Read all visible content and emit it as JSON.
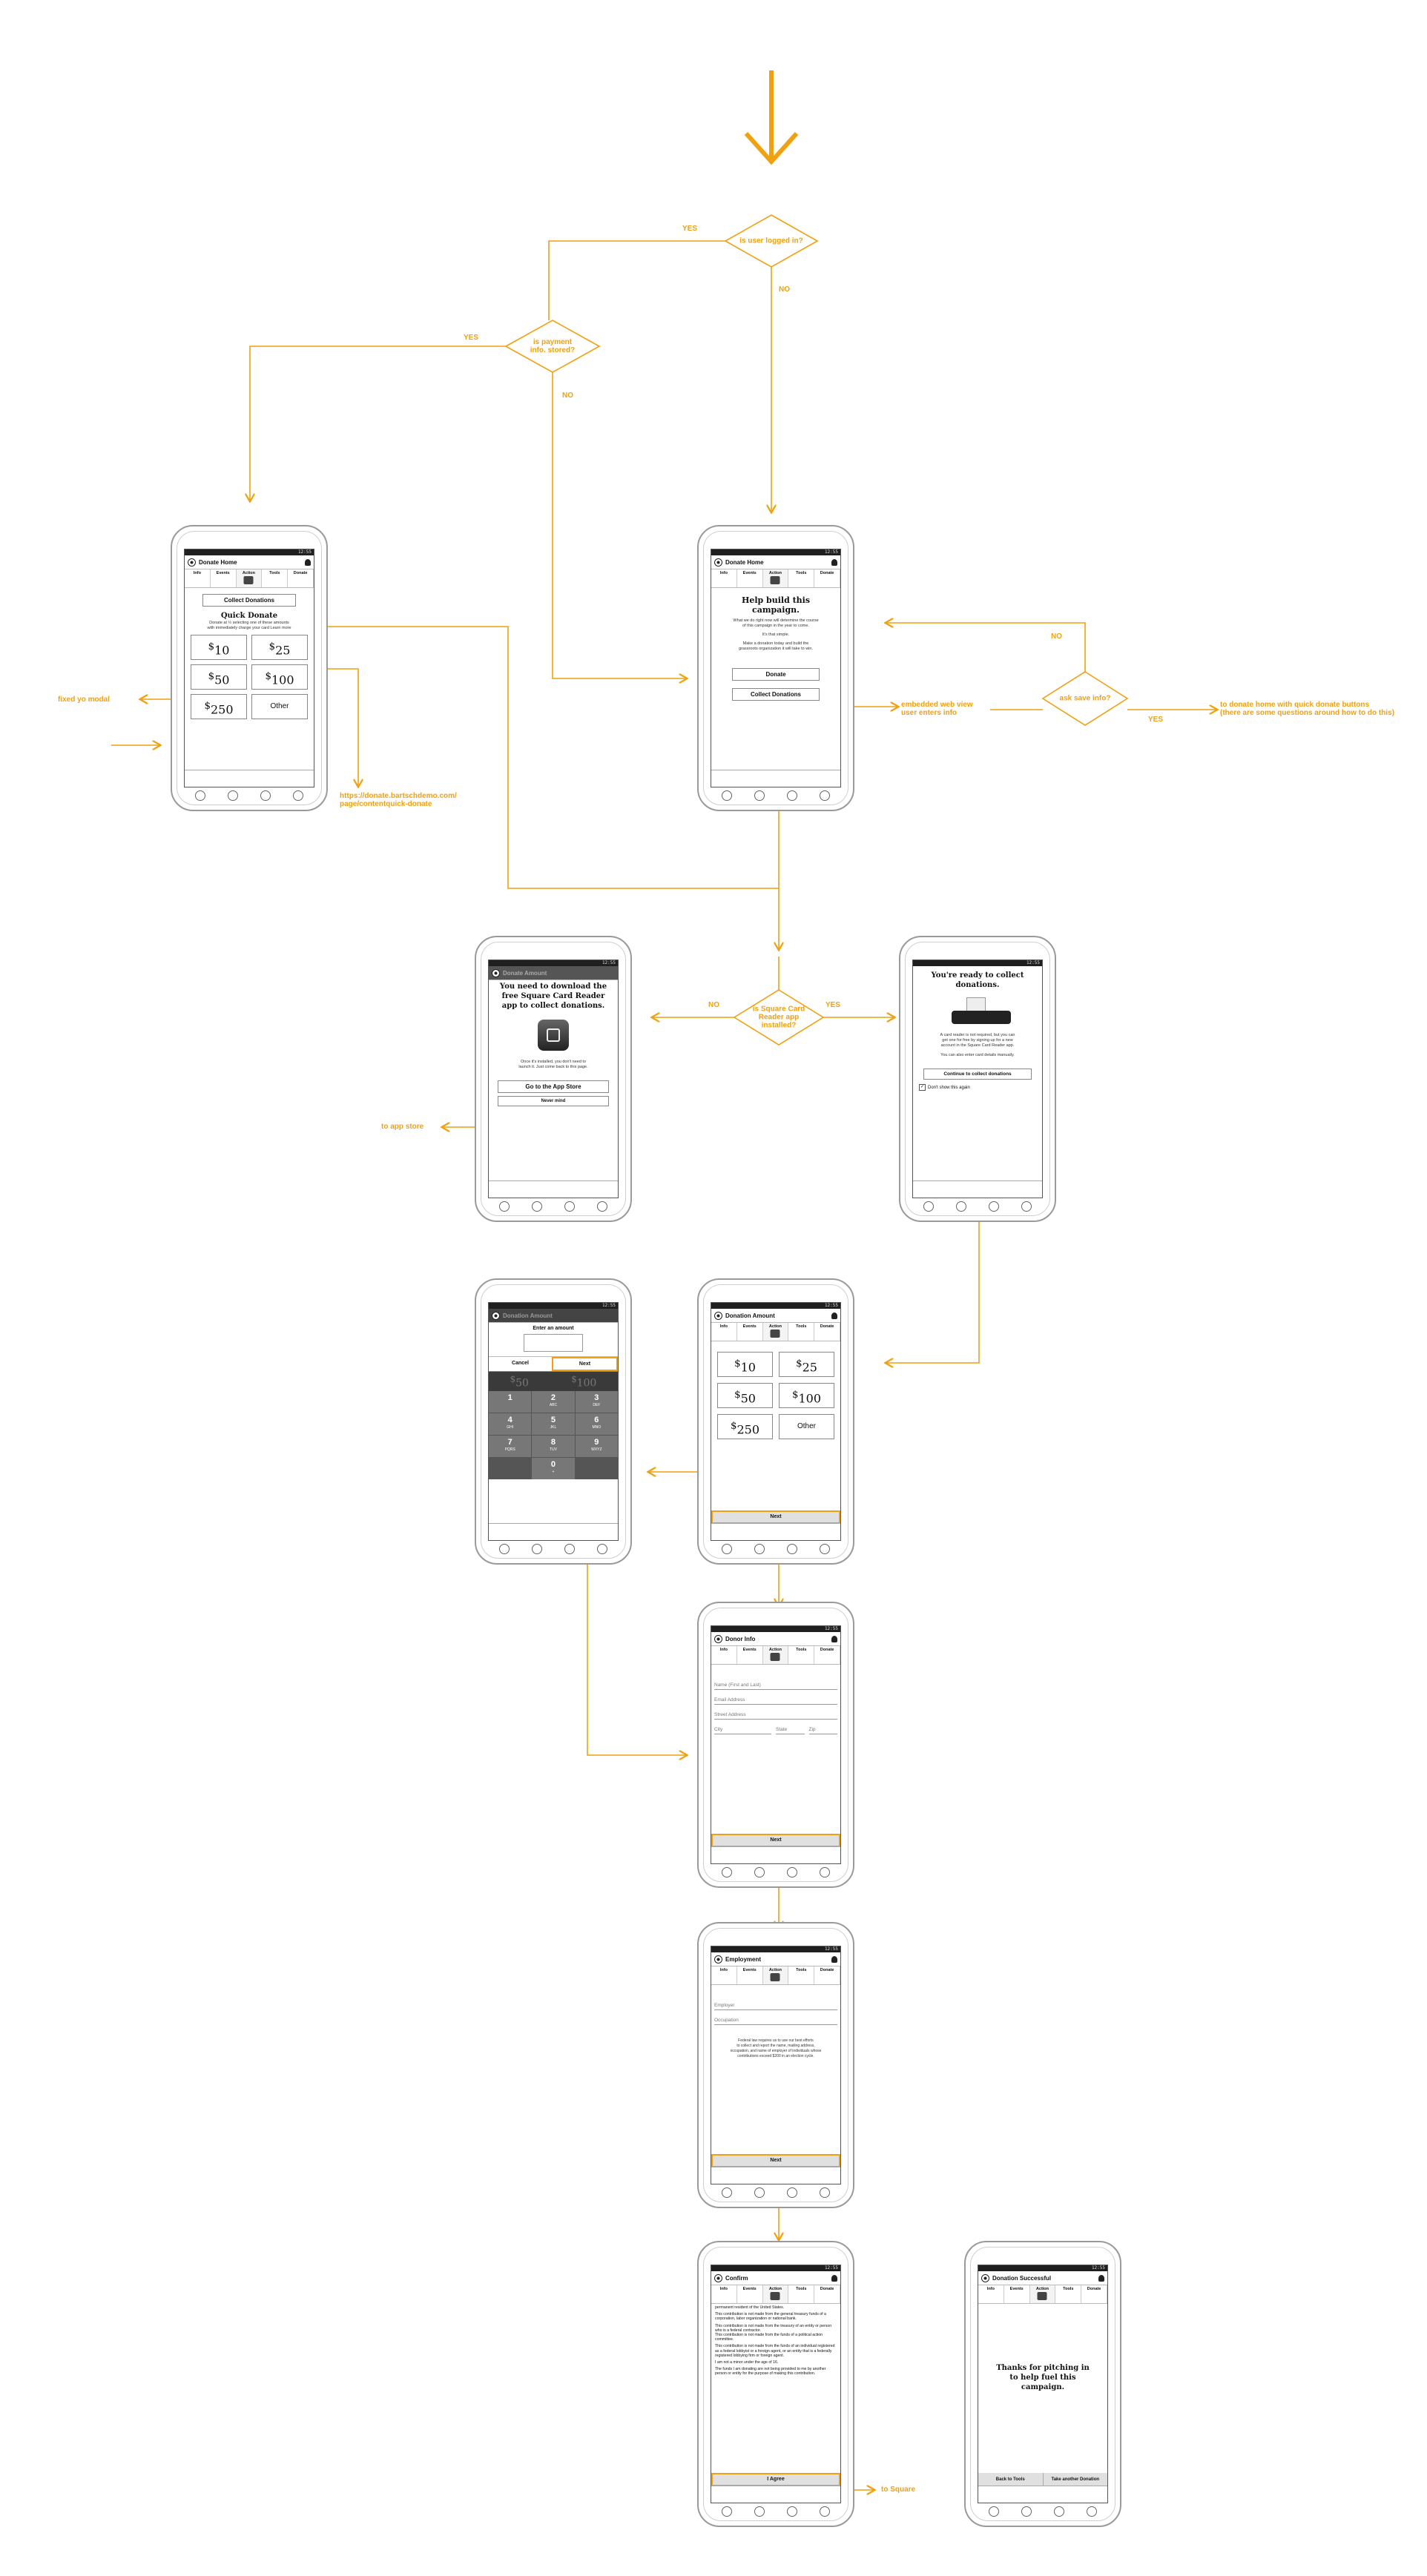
{
  "flow_labels": {
    "yes_top": "YES",
    "is_user_logged_in": "is user logged in?",
    "no_top": "NO",
    "yes_left": "YES",
    "is_payment_info_stored": "is payment info. stored?",
    "no_left": "NO",
    "no_right": "NO",
    "ask_save_info": "ask save info?",
    "yes_right": "YES",
    "embedded_web_view": "embedded web view\nuser enters info",
    "to_donate_home_note": "to donate home with quick donate buttons\n(there are some questions around how to do this)",
    "about_modal": "fixed yo modal",
    "deep_link": "https://donate.bartschdemo.com/\npage/contentquick-donate",
    "no_square": "NO",
    "is_square_installed": "is Square Card\nReader app\ninstalled?",
    "yes_square": "YES",
    "to_app_store": "to app store",
    "to_square": "to Square"
  },
  "tabs": [
    "Info",
    "Events",
    "Action",
    "Tools",
    "Donate"
  ],
  "status_time": "12:55",
  "screens": {
    "donate_home": {
      "title": "Donate Home",
      "collect": "Collect Donations",
      "quick_title": "Quick Donate",
      "quick_text": "Donate at ½ selecting one of these amounts\nwith immediately charge your card Learn more",
      "amounts": [
        "10",
        "25",
        "50",
        "100",
        "250"
      ],
      "other": "Other"
    },
    "donate_home_2": {
      "title": "Donate Home",
      "headline": "Help build this campaign.",
      "body1": "What we do right now will determine the course\nof this campaign in the year to come.",
      "body2": "It's that simple.",
      "body3": "Make a donation today and build the\ngrassroots organization it will take to win.",
      "donate": "Donate",
      "collect": "Collect Donations"
    },
    "download": {
      "title": "Donate Amount",
      "headline": "You need to download the free Square Card Reader app to collect donations.",
      "body": "Once it's installed, you don't need to\nlaunch it. Just come back to this page.",
      "go": "Go to the App Store",
      "never": "Never mind"
    },
    "ready": {
      "headline": "You're ready to collect donations.",
      "body1": "A card reader is not required, but you can\nget one for free by signing up for a new\naccount in the Square Card Reader app.",
      "body2": "You can also enter card details manually.",
      "continue": "Continue to collect donations",
      "dont_show": "Don't show this again"
    },
    "enter_amount": {
      "title": "Donation Amount",
      "prompt": "Enter an amount",
      "cancel": "Cancel",
      "next": "Next",
      "keys": [
        [
          "1",
          ""
        ],
        [
          "2",
          "ABC"
        ],
        [
          "3",
          "DEF"
        ],
        [
          "4",
          "GHI"
        ],
        [
          "5",
          "JKL"
        ],
        [
          "6",
          "MNO"
        ],
        [
          "7",
          "PQRS"
        ],
        [
          "8",
          "TUV"
        ],
        [
          "9",
          "WXYZ"
        ],
        [
          "0",
          "+"
        ]
      ]
    },
    "donation_amount": {
      "title": "Donation Amount",
      "amounts": [
        "10",
        "25",
        "50",
        "100",
        "250"
      ],
      "other": "Other",
      "next": "Next"
    },
    "donor_info": {
      "title": "Donor Info",
      "name": "Name (First and Last)",
      "email": "Email Address",
      "street": "Street Address",
      "city": "City",
      "state": "State",
      "zip": "Zip",
      "next": "Next"
    },
    "employment": {
      "title": "Employment",
      "employer": "Employer",
      "occupation": "Occupation",
      "law": "Federal law requires us to use our best efforts\nto collect and report the name, mailing address,\noccupation, and name of employer of individuals whose\ncontributions exceed $200 in an election cycle.",
      "next": "Next"
    },
    "confirm": {
      "title": "Confirm",
      "p0": "permanent resident of the United States.",
      "p1": "This contribution is not made from the general treasury funds of a corporation, labor organization or national bank.",
      "p2": "This contribution is not made from the treasury of an entity or person who is a federal contractor.",
      "p3": "This contribution is not made from the funds of a political action committee.",
      "p4": "This contribution is not made from the funds of an individual registered as a federal lobbyist or a foreign agent, or an entity that is a federally registered lobbying firm or foreign agent.",
      "p5": "I am not a minor under the age of 16.",
      "p6": "The funds I am donating are not being provided to me by another person or entity for the purpose of making this contribution.",
      "agree": "I Agree"
    },
    "success": {
      "title": "Donation Successful",
      "thanks": "Thanks for pitching in to help fuel this campaign.",
      "back": "Back to Tools",
      "another": "Take another Donation"
    }
  }
}
